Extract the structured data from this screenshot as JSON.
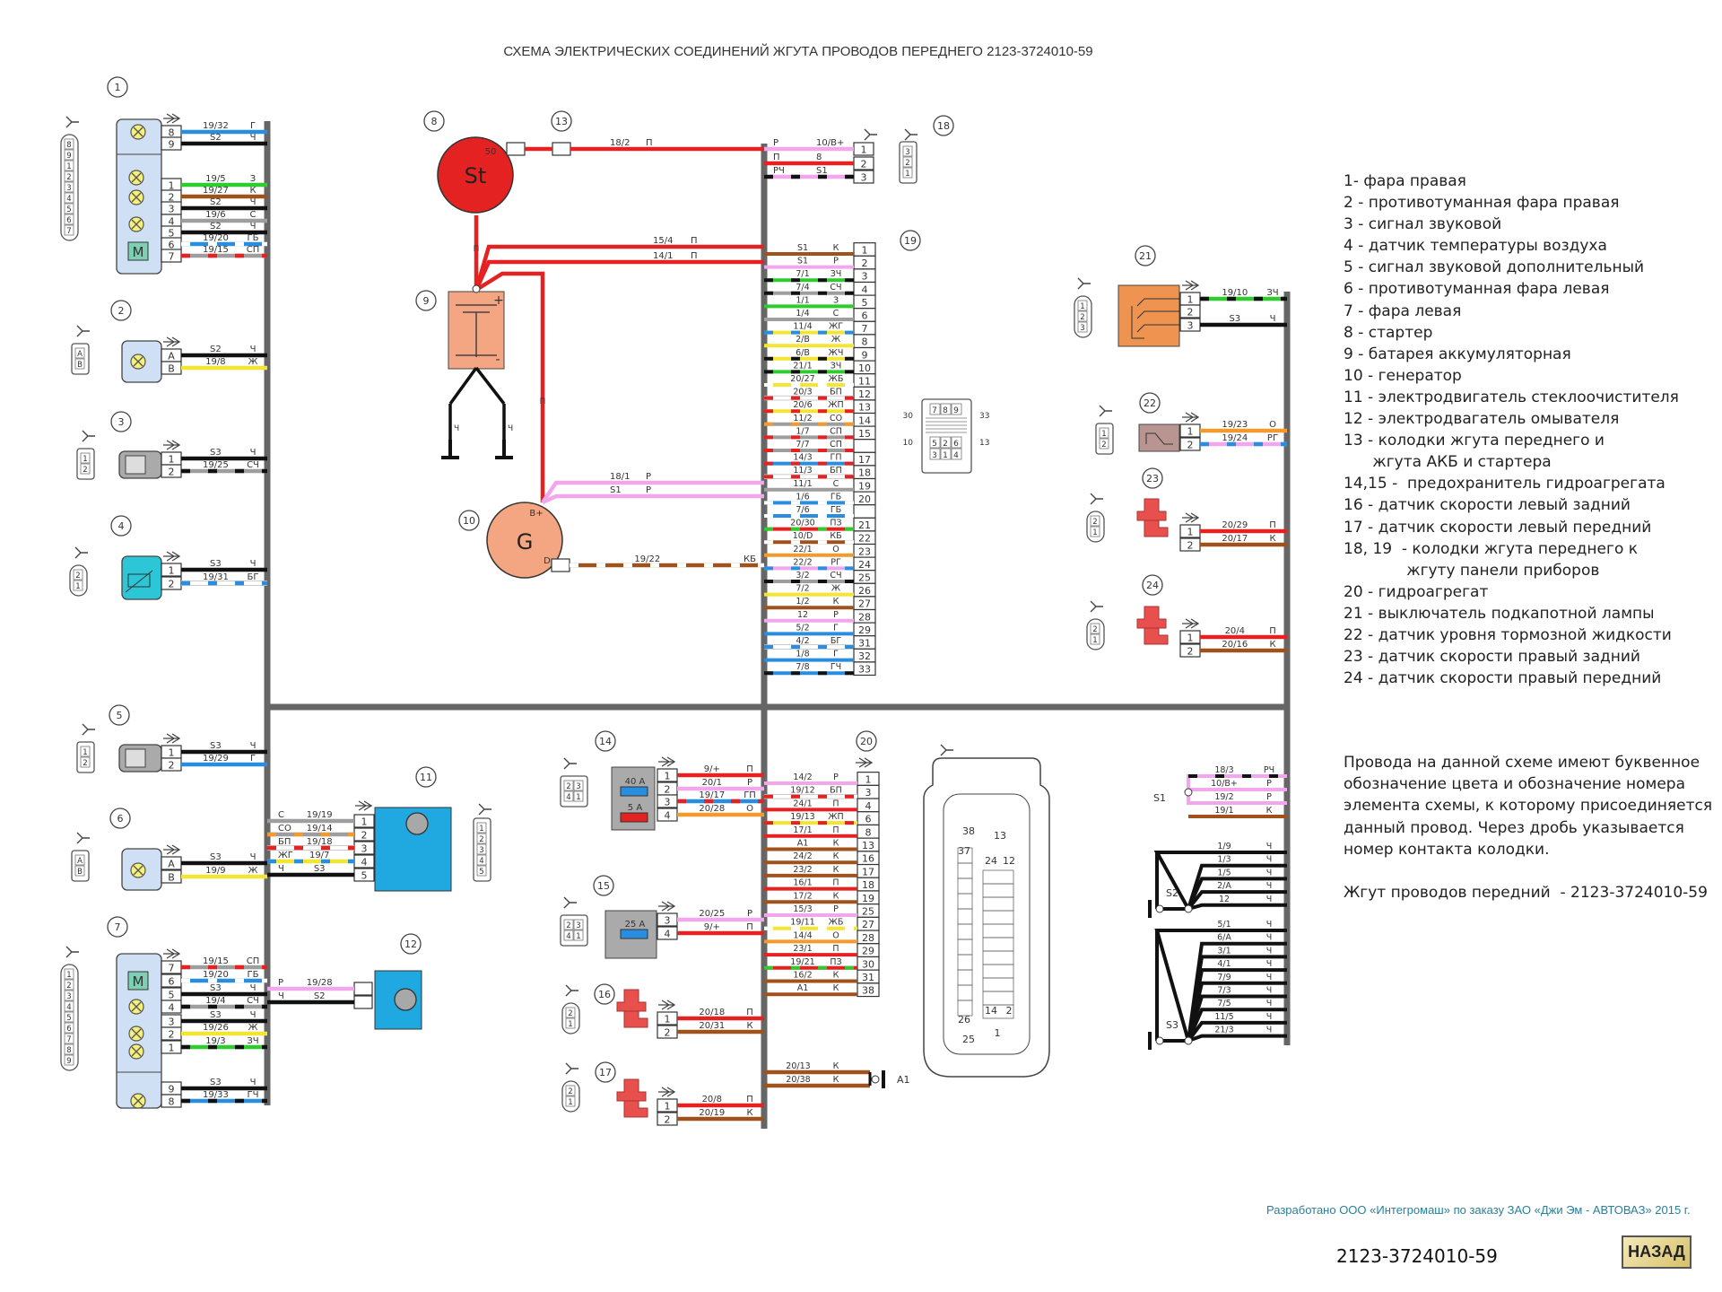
{
  "title": "СХЕМА ЭЛЕКТРИЧЕСКИХ СОЕДИНЕНИЙ ЖГУТА ПРОВОДОВ ПЕРЕДНЕГО 2123-3724010-59",
  "wire_colors": {
    "Г": "#2a8ee0",
    "Ч": "#111111",
    "З": "#2ecc2e",
    "К": "#a0521d",
    "С": "#9e9e9e",
    "Р": "#f2a6ec",
    "Ж": "#f4e532",
    "П": "#e42222",
    "О": "#f29a2e",
    "Б": "#ffffff"
  },
  "components": {
    "c1": {
      "num": "1",
      "mini": [
        "8",
        "9",
        "1",
        "2",
        "3",
        "4",
        "5",
        "6",
        "7"
      ],
      "pins": [
        {
          "pin": "8",
          "wire": "19/32",
          "color": "Г"
        },
        {
          "pin": "9",
          "wire": "S2",
          "color": "Ч"
        },
        {
          "pin": "1",
          "wire": "19/5",
          "color": "З"
        },
        {
          "pin": "2",
          "wire": "19/27",
          "color": "К"
        },
        {
          "pin": "3",
          "wire": "S2",
          "color": "Ч"
        },
        {
          "pin": "4",
          "wire": "19/6",
          "color": "С"
        },
        {
          "pin": "5",
          "wire": "S2",
          "color": "Ч"
        },
        {
          "pin": "6",
          "wire": "19/20",
          "color": "ГБ"
        },
        {
          "pin": "7",
          "wire": "19/15",
          "color": "СП"
        }
      ],
      "motor": "M"
    },
    "c2": {
      "num": "2",
      "mini": [
        "A",
        "B"
      ],
      "pins": [
        {
          "pin": "A",
          "wire": "S2",
          "color": "Ч"
        },
        {
          "pin": "B",
          "wire": "19/8",
          "color": "Ж"
        }
      ]
    },
    "c3": {
      "num": "3",
      "mini": [
        "1",
        "2"
      ],
      "pins": [
        {
          "pin": "1",
          "wire": "S3",
          "color": "Ч"
        },
        {
          "pin": "2",
          "wire": "19/25",
          "color": "СЧ"
        }
      ]
    },
    "c4": {
      "num": "4",
      "mini": [
        "2",
        "1"
      ],
      "pins": [
        {
          "pin": "1",
          "wire": "S3",
          "color": "Ч"
        },
        {
          "pin": "2",
          "wire": "19/31",
          "color": "БГ"
        }
      ]
    },
    "c5": {
      "num": "5",
      "mini": [
        "1",
        "2"
      ],
      "pins": [
        {
          "pin": "1",
          "wire": "S3",
          "color": "Ч"
        },
        {
          "pin": "2",
          "wire": "19/29",
          "color": "Г"
        }
      ]
    },
    "c6": {
      "num": "6",
      "mini": [
        "A",
        "B"
      ],
      "pins": [
        {
          "pin": "A",
          "wire": "S3",
          "color": "Ч"
        },
        {
          "pin": "B",
          "wire": "19/9",
          "color": "Ж"
        }
      ]
    },
    "c7": {
      "num": "7",
      "mini": [
        "1",
        "2",
        "3",
        "4",
        "5",
        "6",
        "7",
        "8",
        "9"
      ],
      "pins": [
        {
          "pin": "7",
          "wire": "19/15",
          "color": "СП"
        },
        {
          "pin": "6",
          "wire": "19/20",
          "color": "ГБ"
        },
        {
          "pin": "5",
          "wire": "S3",
          "color": "Ч"
        },
        {
          "pin": "4",
          "wire": "19/4",
          "color": "СЧ"
        },
        {
          "pin": "3",
          "wire": "S3",
          "color": "Ч"
        },
        {
          "pin": "2",
          "wire": "19/26",
          "color": "Ж"
        },
        {
          "pin": "1",
          "wire": "19/3",
          "color": "ЗЧ"
        },
        {
          "pin": "9",
          "wire": "S3",
          "color": "Ч"
        },
        {
          "pin": "8",
          "wire": "19/33",
          "color": "ГЧ"
        }
      ],
      "motor": "M"
    },
    "c8": {
      "num": "8",
      "label": "St",
      "terminal": "50"
    },
    "c9": {
      "num": "9",
      "plus": "+",
      "minus": "-",
      "wires": [
        {
          "wire": "15/4",
          "color": "П"
        },
        {
          "wire": "14/1",
          "color": "П"
        }
      ],
      "starter_wire": "П",
      "ground_wires": [
        "Ч",
        "Ч"
      ]
    },
    "c10": {
      "num": "10",
      "label": "G",
      "terminal_bplus": "B+",
      "terminal_d": "D",
      "wires": [
        {
          "wire": "18/1",
          "color": "Р"
        },
        {
          "wire": "S1",
          "color": "Р"
        },
        {
          "wire": "19/22",
          "color": "КБ"
        }
      ],
      "battery_wire": "П"
    },
    "c11": {
      "num": "11",
      "mini": [
        "1",
        "2",
        "3",
        "4",
        "5"
      ],
      "pins": [
        {
          "pin": "1",
          "wire": "19/19",
          "color": "С"
        },
        {
          "pin": "2",
          "wire": "19/14",
          "color": "СО"
        },
        {
          "pin": "3",
          "wire": "19/18",
          "color": "БП"
        },
        {
          "pin": "4",
          "wire": "19/7",
          "color": "ЖГ"
        },
        {
          "pin": "5",
          "wire": "S3",
          "color": "Ч"
        }
      ]
    },
    "c12": {
      "num": "12",
      "pins": [
        {
          "pin": "",
          "wire": "19/28",
          "color": "Р"
        },
        {
          "pin": "",
          "wire": "S2",
          "color": "Ч"
        }
      ]
    },
    "c13": {
      "num": "13",
      "wire": "18/2",
      "color": "П"
    },
    "c14": {
      "num": "14",
      "mini": [
        "2",
        "3",
        "4",
        "1"
      ],
      "fuses": [
        "40 А",
        "5 А"
      ],
      "pins": [
        {
          "pin": "1",
          "wire": "9/+",
          "color": "П"
        },
        {
          "pin": "2",
          "wire": "20/1",
          "color": "Р"
        },
        {
          "pin": "3",
          "wire": "19/17",
          "color": "ГП"
        },
        {
          "pin": "4",
          "wire": "20/28",
          "color": "О"
        }
      ]
    },
    "c15": {
      "num": "15",
      "mini": [
        "2",
        "3",
        "4",
        "1"
      ],
      "fuses": [
        "25 А"
      ],
      "pins": [
        {
          "pin": "3",
          "wire": "20/25",
          "color": "Р"
        },
        {
          "pin": "4",
          "wire": "9/+",
          "color": "П"
        }
      ]
    },
    "c16": {
      "num": "16",
      "mini": [
        "2",
        "1"
      ],
      "pins": [
        {
          "pin": "1",
          "wire": "20/18",
          "color": "П"
        },
        {
          "pin": "2",
          "wire": "20/31",
          "color": "К"
        }
      ]
    },
    "c17": {
      "num": "17",
      "mini": [
        "2",
        "1"
      ],
      "pins": [
        {
          "pin": "1",
          "wire": "20/8",
          "color": "П"
        },
        {
          "pin": "2",
          "wire": "20/19",
          "color": "К"
        }
      ]
    },
    "c18": {
      "num": "18",
      "mini": [
        "3",
        "2",
        "1"
      ],
      "pins": [
        {
          "pin": "1",
          "wire": "10/В+",
          "color": "Р"
        },
        {
          "pin": "2",
          "wire": "8",
          "color": "П"
        },
        {
          "pin": "3",
          "wire": "S1",
          "color": "РЧ"
        }
      ]
    },
    "c19": {
      "num": "19",
      "mini": [
        "7",
        "8",
        "9",
        "5",
        "2",
        "6",
        "3",
        "1",
        "4"
      ],
      "mini_side": [
        "30",
        "33",
        "10",
        "13"
      ],
      "rows": [
        {
          "pin": "1",
          "wire": "S1",
          "color": "К"
        },
        {
          "pin": "2",
          "wire": "S1",
          "color": "Р"
        },
        {
          "pin": "3",
          "wire": "7/1",
          "color": "ЗЧ"
        },
        {
          "pin": "4",
          "wire": "7/4",
          "color": "СЧ"
        },
        {
          "pin": "5",
          "wire": "1/1",
          "color": "З"
        },
        {
          "pin": "6",
          "wire": "1/4",
          "color": "С"
        },
        {
          "pin": "7",
          "wire": "11/4",
          "color": "ЖГ"
        },
        {
          "pin": "8",
          "wire": "2/В",
          "color": "Ж"
        },
        {
          "pin": "9",
          "wire": "6/В",
          "color": "ЖЧ"
        },
        {
          "pin": "10",
          "wire": "21/1",
          "color": "ЗЧ"
        },
        {
          "pin": "11",
          "wire": "20/27",
          "color": "ЖБ"
        },
        {
          "pin": "12",
          "wire": "20/3",
          "color": "БП"
        },
        {
          "pin": "13",
          "wire": "20/6",
          "color": "ЖП"
        },
        {
          "pin": "14",
          "wire": "11/2",
          "color": "СО"
        },
        {
          "pin": "15",
          "wire": "1/7",
          "color": "СП"
        },
        {
          "pin": "",
          "wire": "7/7",
          "color": "СП"
        },
        {
          "pin": "17",
          "wire": "14/3",
          "color": "ГП"
        },
        {
          "pin": "18",
          "wire": "11/3",
          "color": "БП"
        },
        {
          "pin": "19",
          "wire": "11/1",
          "color": "С"
        },
        {
          "pin": "20",
          "wire": "1/6",
          "color": "ГБ"
        },
        {
          "pin": "",
          "wire": "7/6",
          "color": "ГБ"
        },
        {
          "pin": "21",
          "wire": "20/30",
          "color": "ПЗ"
        },
        {
          "pin": "22",
          "wire": "10/D",
          "color": "КБ"
        },
        {
          "pin": "23",
          "wire": "22/1",
          "color": "О"
        },
        {
          "pin": "24",
          "wire": "22/2",
          "color": "РГ"
        },
        {
          "pin": "25",
          "wire": "3/2",
          "color": "СЧ"
        },
        {
          "pin": "26",
          "wire": "7/2",
          "color": "Ж"
        },
        {
          "pin": "27",
          "wire": "1/2",
          "color": "К"
        },
        {
          "pin": "28",
          "wire": "12",
          "color": "Р"
        },
        {
          "pin": "29",
          "wire": "5/2",
          "color": "Г"
        },
        {
          "pin": "31",
          "wire": "4/2",
          "color": "БГ"
        },
        {
          "pin": "32",
          "wire": "1/8",
          "color": "Г"
        },
        {
          "pin": "33",
          "wire": "7/8",
          "color": "ГЧ"
        }
      ]
    },
    "c20": {
      "num": "20",
      "big_connector": [
        "38",
        "13",
        "37",
        "24",
        "12",
        "26",
        "14",
        "2",
        "25",
        "1"
      ],
      "rows": [
        {
          "pin": "1",
          "wire": "14/2",
          "color": "Р"
        },
        {
          "pin": "3",
          "wire": "19/12",
          "color": "БП"
        },
        {
          "pin": "4",
          "wire": "24/1",
          "color": "П"
        },
        {
          "pin": "6",
          "wire": "19/13",
          "color": "ЖП"
        },
        {
          "pin": "8",
          "wire": "17/1",
          "color": "П"
        },
        {
          "pin": "13",
          "wire": "A1",
          "color": "К"
        },
        {
          "pin": "16",
          "wire": "24/2",
          "color": "К"
        },
        {
          "pin": "17",
          "wire": "23/2",
          "color": "К"
        },
        {
          "pin": "18",
          "wire": "16/1",
          "color": "П"
        },
        {
          "pin": "19",
          "wire": "17/2",
          "color": "К"
        },
        {
          "pin": "25",
          "wire": "15/3",
          "color": "Р"
        },
        {
          "pin": "27",
          "wire": "19/11",
          "color": "ЖБ"
        },
        {
          "pin": "28",
          "wire": "14/4",
          "color": "О"
        },
        {
          "pin": "29",
          "wire": "23/1",
          "color": "П"
        },
        {
          "pin": "30",
          "wire": "19/21",
          "color": "ПЗ"
        },
        {
          "pin": "31",
          "wire": "16/2",
          "color": "К"
        },
        {
          "pin": "38",
          "wire": "A1",
          "color": "К"
        }
      ]
    },
    "c21": {
      "num": "21",
      "mini": [
        "1",
        "2",
        "3"
      ],
      "pins": [
        {
          "pin": "1",
          "wire": "19/10",
          "color": "ЗЧ"
        },
        {
          "pin": "2",
          "wire": "",
          "color": ""
        },
        {
          "pin": "3",
          "wire": "S3",
          "color": "Ч"
        }
      ]
    },
    "c22": {
      "num": "22",
      "mini": [
        "1",
        "2"
      ],
      "pins": [
        {
          "pin": "1",
          "wire": "19/23",
          "color": "О"
        },
        {
          "pin": "2",
          "wire": "19/24",
          "color": "РГ"
        }
      ]
    },
    "c23": {
      "num": "23",
      "mini": [
        "2",
        "1"
      ],
      "pins": [
        {
          "pin": "1",
          "wire": "20/29",
          "color": "П"
        },
        {
          "pin": "2",
          "wire": "20/17",
          "color": "К"
        }
      ]
    },
    "c24": {
      "num": "24",
      "mini": [
        "2",
        "1"
      ],
      "pins": [
        {
          "pin": "1",
          "wire": "20/4",
          "color": "П"
        },
        {
          "pin": "2",
          "wire": "20/16",
          "color": "К"
        }
      ]
    }
  },
  "grounds": {
    "A1": {
      "label": "A1",
      "wires": [
        {
          "wire": "20/13",
          "color": "К"
        },
        {
          "wire": "20/38",
          "color": "К"
        }
      ]
    },
    "S1": {
      "label": "S1",
      "wires": [
        {
          "wire": "18/3",
          "color": "РЧ"
        },
        {
          "wire": "10/В+",
          "color": "Р"
        },
        {
          "wire": "19/2",
          "color": "Р"
        },
        {
          "wire": "19/1",
          "color": "К"
        }
      ]
    },
    "S2": {
      "label": "S2",
      "wires": [
        {
          "wire": "1/9",
          "color": "Ч"
        },
        {
          "wire": "1/3",
          "color": "Ч"
        },
        {
          "wire": "1/5",
          "color": "Ч"
        },
        {
          "wire": "2/А",
          "color": "Ч"
        },
        {
          "wire": "12",
          "color": "Ч"
        }
      ]
    },
    "S3": {
      "label": "S3",
      "wires": [
        {
          "wire": "5/1",
          "color": "Ч"
        },
        {
          "wire": "6/А",
          "color": "Ч"
        },
        {
          "wire": "3/1",
          "color": "Ч"
        },
        {
          "wire": "4/1",
          "color": "Ч"
        },
        {
          "wire": "7/9",
          "color": "Ч"
        },
        {
          "wire": "7/3",
          "color": "Ч"
        },
        {
          "wire": "7/5",
          "color": "Ч"
        },
        {
          "wire": "11/5",
          "color": "Ч"
        },
        {
          "wire": "21/3",
          "color": "Ч"
        }
      ]
    }
  },
  "legend": [
    "1- фара правая",
    "2 - противотуманная фара правая",
    "3 - сигнал звуковой",
    "4 - датчик температуры воздуха",
    "5 - сигнал звуковой дополнительный",
    "6 - противотуманная фара левая",
    "7 - фара левая",
    "8 - стартер",
    "9 - батарея аккумуляторная",
    "10 - генератор",
    "11 - электродвигатель стеклоочистителя",
    "12 - электродвагатель омывателя",
    "13 - колодки жгута переднего и",
    "      жгута АКБ и стартера",
    "14,15 -  предохранитель гидроагрегата",
    "16 - датчик скорости левый задний",
    "17 - датчик скорости левый передний",
    "18, 19  - колодки жгута переднего к",
    "             жгуту панели приборов",
    "20 - гидроагрегат",
    "21 - выключатель подкапотной лампы",
    "22 - датчик уровня тормозной жидкости",
    "23 - датчик скорости правый задний",
    "24 - датчик скорости правый передний"
  ],
  "notes": {
    "lines": [
      "Провода на данной схеме имеют буквенное",
      "обозначение цвета и обозначение номера",
      "элемента схемы, к которому присоединяется",
      "данный провод. Через дробь указывается",
      "номер контакта колодки."
    ],
    "harness": "Жгут проводов передний  - 2123-3724010-59"
  },
  "footer": {
    "credits": "Разработано ООО «Интегромаш» по заказу ЗАО «Джи Эм - АВТОВАЗ» 2015 г.",
    "code": "2123-3724010-59",
    "back_button": "НАЗАД"
  }
}
